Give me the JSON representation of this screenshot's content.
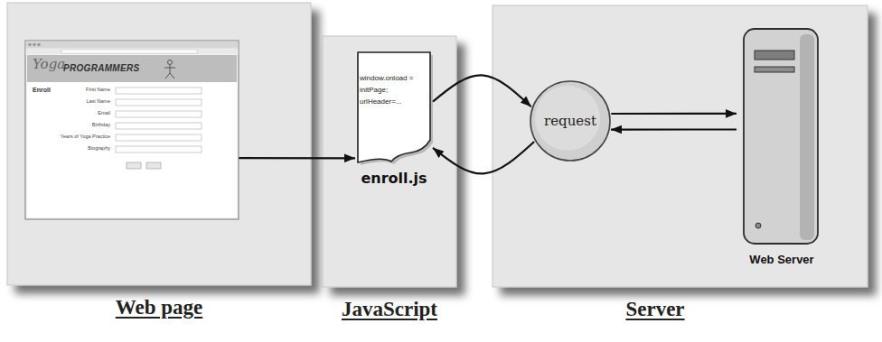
{
  "diagram": {
    "nodes": [
      {
        "text": [
          "Web page"
        ]
      },
      {
        "text": [
          "Yoga",
          "PROGRAMMERS",
          "Enroll"
        ],
        "in": 0
      },
      {
        "text": [
          "JavaScript"
        ]
      },
      {
        "text": [
          "window.onload = initPage; urlHeader=...",
          "enroll.js"
        ],
        "in": 2
      },
      {
        "text": [
          "Server"
        ]
      },
      {
        "text": [
          "request"
        ],
        "in": 4
      },
      {
        "text": [
          "Web Server"
        ],
        "in": 4
      }
    ],
    "edges": [
      {
        "from": 1,
        "to": 3,
        "arrow": "to"
      },
      {
        "from": 3,
        "to": 5,
        "arrow": "to"
      },
      {
        "from": 5,
        "to": 3,
        "arrow": "to"
      },
      {
        "from": 5,
        "to": 6,
        "arrow": "to"
      },
      {
        "from": 6,
        "to": 5,
        "arrow": "to"
      }
    ],
    "labels": [
      "First Name",
      "Last Name",
      "Email",
      "Birthday",
      "Years of Yoga Practice",
      "Biography"
    ]
  }
}
